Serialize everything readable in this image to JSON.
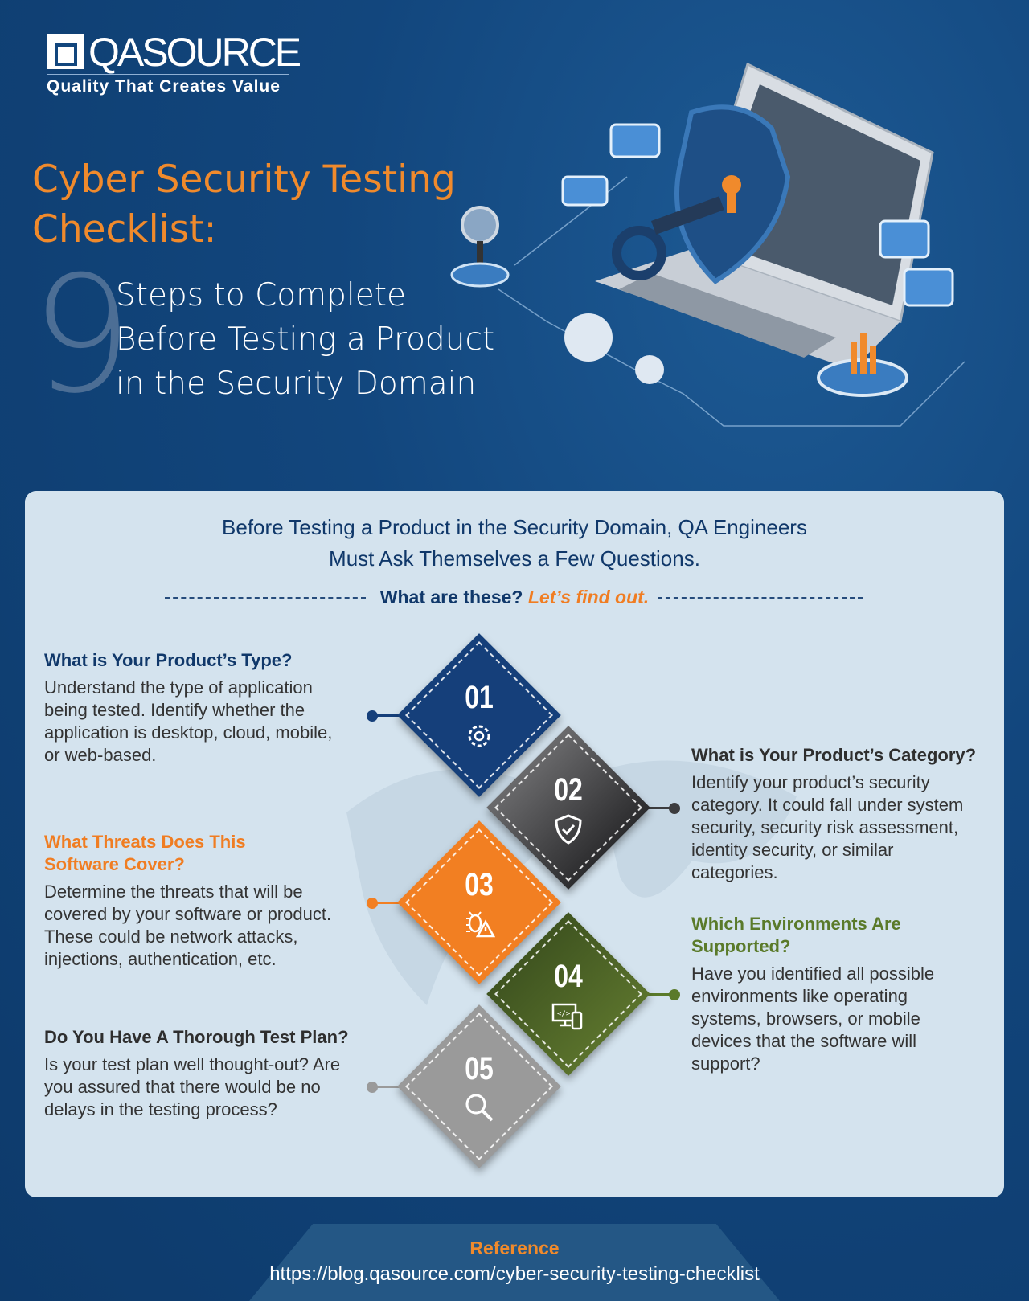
{
  "brand": {
    "logo": "QASOURCE",
    "tagline": "Quality That Creates Value"
  },
  "hero": {
    "title_line1": "Cyber Security Testing",
    "title_line2": "Checklist:",
    "big_number": "9",
    "subtitle_lines": [
      "Steps to Complete",
      "Before Testing a Product",
      "in the Security Domain"
    ]
  },
  "intro": {
    "line1": "Before Testing a Product in the Security Domain, QA Engineers",
    "line2": "Must Ask Themselves a Few Questions.",
    "prompt": "What are these?",
    "prompt_accent": "Let’s find out."
  },
  "steps": [
    {
      "number": "01",
      "icon": "gear-icon",
      "color": "#153f7a",
      "heading": "What is Your Product’s Type?",
      "heading_color": "#10386a",
      "body": "Understand the type of application being tested. Identify whether the application is desktop, cloud, mobile, or web-based."
    },
    {
      "number": "02",
      "icon": "shield-check-icon",
      "color": "#3c3c3e",
      "heading": "What is Your Product’s Category?",
      "heading_color": "#2e2e2e",
      "body": "Identify your product’s security category. It could fall under system security, security risk assessment, identity security, or similar categories."
    },
    {
      "number": "03",
      "icon": "bug-warning-icon",
      "color": "#f27f22",
      "heading": "What Threats Does This Software Cover?",
      "heading_color": "#f07d22",
      "body": "Determine the threats that will be covered by your software or product. These could be network attacks, injections, authentication, etc."
    },
    {
      "number": "04",
      "icon": "devices-code-icon",
      "color": "#4d6128",
      "heading": "Which Environments Are Supported?",
      "heading_color": "#5a7a2a",
      "body": "Have you identified all possible environments like operating systems, browsers, or mobile devices that the software will support?"
    },
    {
      "number": "05",
      "icon": "magnifier-icon",
      "color": "#9a9a9a",
      "heading": "Do You Have A Thorough Test Plan?",
      "heading_color": "#2e2e2e",
      "body": "Is your test plan well thought-out? Are you assured that there would be no delays in the testing process?"
    }
  ],
  "reference": {
    "label": "Reference",
    "url": "https://blog.qasource.com/cyber-security-testing-checklist"
  }
}
